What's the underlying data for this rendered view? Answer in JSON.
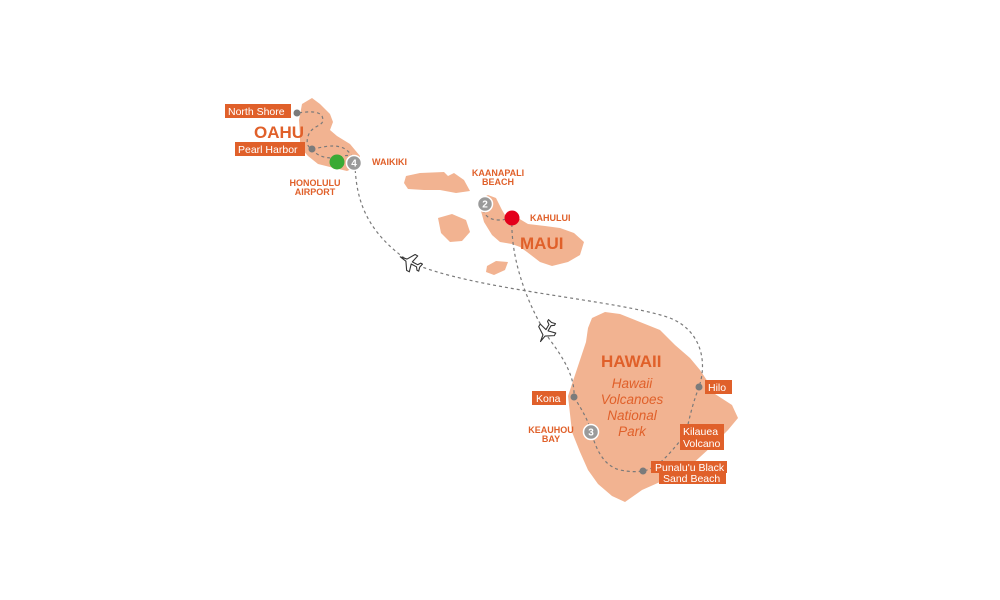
{
  "islands": {
    "oahu": "OAHU",
    "maui": "MAUI",
    "hawaii": "HAWAII"
  },
  "park": [
    "Hawaii",
    "Volcanoes",
    "National",
    "Park"
  ],
  "places": {
    "waikiki": "WAIKIKI",
    "honolulu_1": "HONOLULU",
    "honolulu_2": "AIRPORT",
    "kaanapali_1": "KAANAPALI",
    "kaanapali_2": "BEACH",
    "kahului": "KAHULUI",
    "keauhou_1": "KEAUHOU",
    "keauhou_2": "BAY"
  },
  "tags": {
    "north_shore": "North Shore",
    "pearl_harbor": "Pearl Harbor",
    "kona": "Kona",
    "hilo": "Hilo",
    "kilauea_1": "Kilauea",
    "kilauea_2": "Volcano",
    "punaluu_1": "Punalu'u Black",
    "punaluu_2": "Sand Beach"
  },
  "numbers": {
    "n4": "4",
    "n2": "2",
    "n3": "3"
  },
  "markers": {
    "start_color": "#3aaa35",
    "end_color": "#e3001b"
  },
  "icons": {
    "plane_1": "airplane-icon",
    "plane_2": "airplane-icon"
  }
}
